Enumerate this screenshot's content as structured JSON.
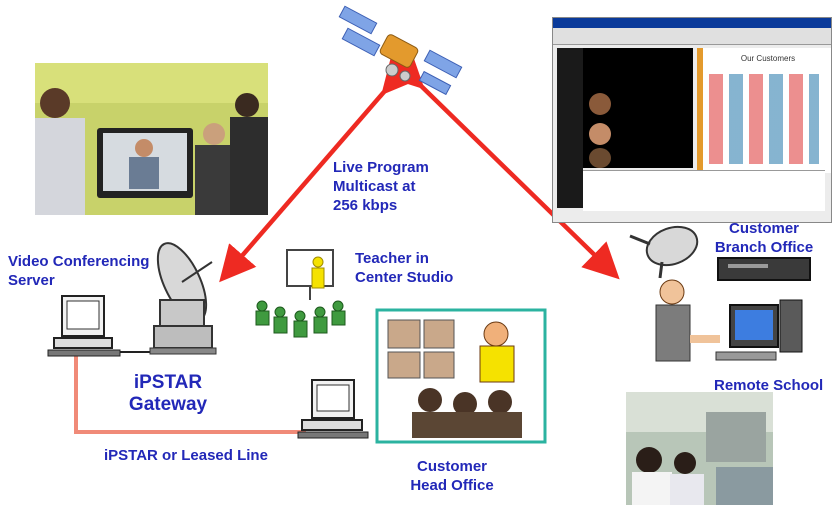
{
  "labels": {
    "live_program": [
      "Live Program",
      "Multicast at",
      "256 kbps"
    ],
    "video_conf_server": [
      "Video Conferencing",
      "Server"
    ],
    "teacher": [
      "Teacher in",
      "Center Studio"
    ],
    "gateway": [
      "iPSTAR",
      "Gateway"
    ],
    "leased_line": "iPSTAR or Leased Line",
    "head_office": [
      "Customer",
      "Head Office"
    ],
    "branch_office": [
      "Customer",
      "Branch Office"
    ],
    "remote_school": "Remote School"
  },
  "screenshot": {
    "panel_title": "Our Customers"
  },
  "colors": {
    "arrow": "#ee2a22",
    "label_blue": "#2228b8",
    "leased_line": "#f08a78",
    "head_office_frame": "#2bb3a0"
  }
}
